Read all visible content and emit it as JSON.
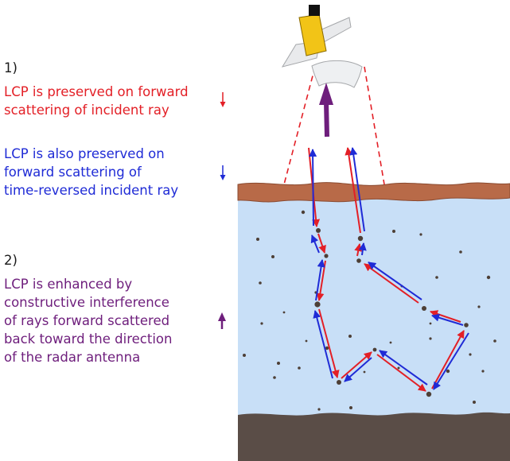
{
  "sections": [
    {
      "number": "1)",
      "statements": [
        {
          "lines": [
            "LCP is preserved on forward",
            "scattering of incident ray"
          ],
          "color": "#e31f26",
          "arrow": "down"
        },
        {
          "lines": [
            "LCP is also preserved on",
            "forward scattering of",
            "time-reversed incident ray"
          ],
          "color": "#1f2bd6",
          "arrow": "down"
        }
      ]
    },
    {
      "number": "2)",
      "statements": [
        {
          "lines": [
            "LCP is enhanced by",
            "constructive interference",
            "of rays forward scattered",
            "back toward the direction",
            "of the radar antenna"
          ],
          "color": "#6e1e7c",
          "arrow": "up"
        }
      ]
    }
  ],
  "colors": {
    "incident_ray": "#e31f26",
    "time_reversed_ray": "#1f2bd6",
    "enhanced_return": "#6e1e7c",
    "surface_layer": "#b86a48",
    "medium": "#c8dff7",
    "bedrock": "#5a4d47",
    "scatterer": "#4d3f36",
    "satellite_body": "#f2c417",
    "solar_panel": "#e9eaec"
  }
}
